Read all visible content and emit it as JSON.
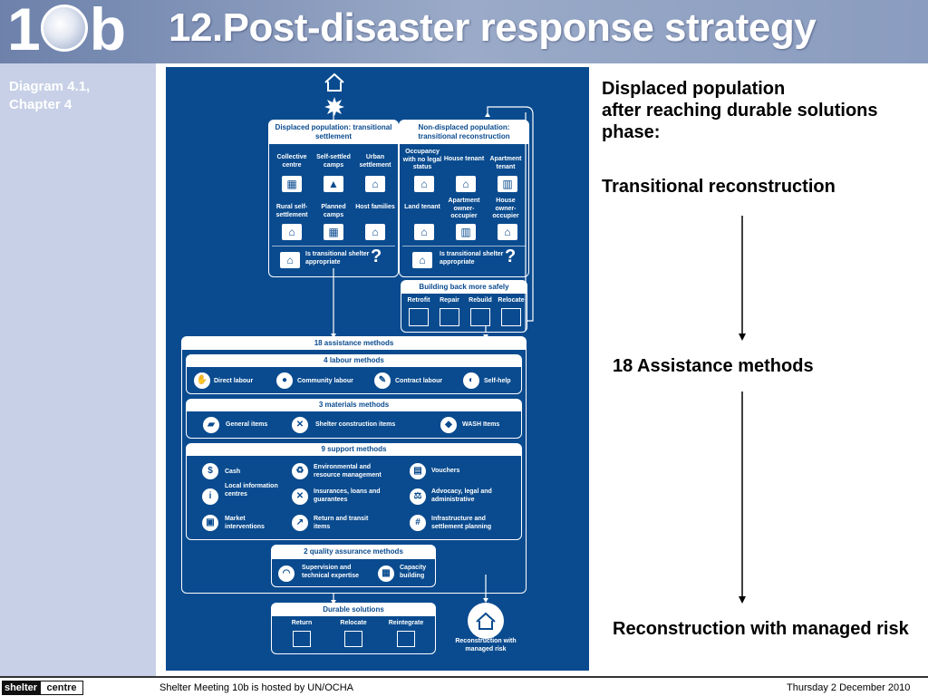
{
  "header": {
    "logo_prefix": "1",
    "logo_suffix": "b",
    "title": "12.Post-disaster response strategy"
  },
  "sidebar": {
    "reference": "Diagram 4.1, Chapter 4"
  },
  "diagram": {
    "left_panel": {
      "title": "Displaced population: transitional settlement",
      "options_row1": [
        "Collective centre",
        "Self-settled camps",
        "Urban settlement"
      ],
      "options_row2": [
        "Rural self-settlement",
        "Planned camps",
        "Host families"
      ],
      "question": "Is transitional shelter appropriate",
      "question_mark": "?"
    },
    "right_panel": {
      "title": "Non-displaced population: transitional reconstruction",
      "options_row1": [
        "Occupancy with no legal status",
        "House tenant",
        "Apartment tenant"
      ],
      "options_row2": [
        "Land tenant",
        "Apartment owner-occupier",
        "House owner-occupier"
      ],
      "question": "Is transitional shelter appropriate",
      "question_mark": "?"
    },
    "build_back": {
      "title": "Building back more safely",
      "items": [
        "Retrofit",
        "Repair",
        "Rebuild",
        "Relocate"
      ]
    },
    "assistance": {
      "title": "18 assistance methods",
      "labour_title": "4 labour methods",
      "labour": [
        "Direct labour",
        "Community labour",
        "Contract labour",
        "Self-help"
      ],
      "materials_title": "3 materials methods",
      "materials": [
        "General items",
        "Shelter construction items",
        "WASH Items"
      ],
      "support_title": "9 support methods",
      "support": [
        "Cash",
        "Environmental and resource management",
        "Vouchers",
        "Local information centres",
        "Insurances, loans and guarantees",
        "Advocacy, legal and administrative",
        "Market interventions",
        "Return and transit items",
        "Infrastructure and settlement planning"
      ],
      "quality_title": "2 quality assurance methods",
      "quality": [
        "Supervision and technical expertise",
        "Capacity building"
      ]
    },
    "durable": {
      "title": "Durable solutions",
      "items": [
        "Return",
        "Relocate",
        "Reintegrate"
      ]
    },
    "reconstruction": "Reconstruction with managed risk"
  },
  "right_text": {
    "line1": "Displaced population",
    "line2": "after reaching durable solutions phase:",
    "line3": "Transitional reconstruction",
    "line4": "18 Assistance methods",
    "line5": "Reconstruction with managed risk"
  },
  "footer": {
    "brand_left": "shelter",
    "brand_right": "centre",
    "hosted": "Shelter Meeting 10b is hosted by UN/OCHA",
    "date": "Thursday 2 December 2010"
  }
}
